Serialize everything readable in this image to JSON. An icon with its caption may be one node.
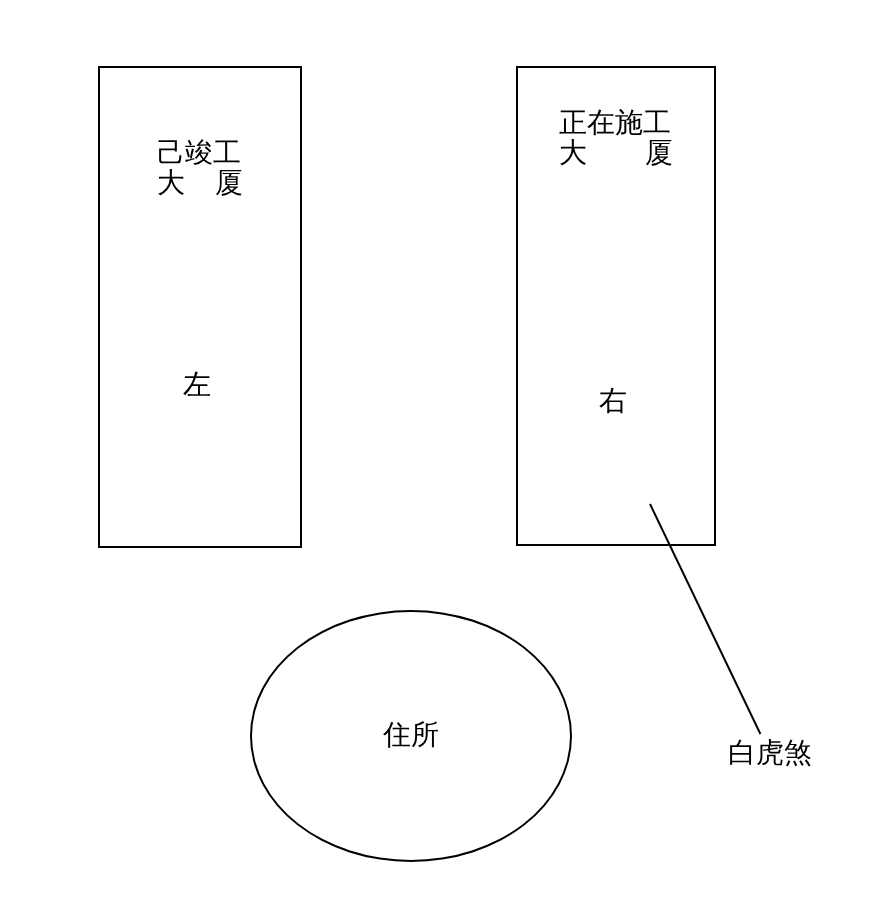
{
  "diagram": {
    "nodes": [
      {
        "text": [
          "己竣工大厦",
          "左"
        ]
      },
      {
        "text": [
          "正在施工大厦",
          "右"
        ]
      },
      {
        "text": [
          "住所"
        ]
      },
      {
        "text": [
          "白虎煞"
        ]
      }
    ],
    "edges": [
      {
        "from": 3,
        "to": 1,
        "arrow": "none"
      }
    ]
  }
}
